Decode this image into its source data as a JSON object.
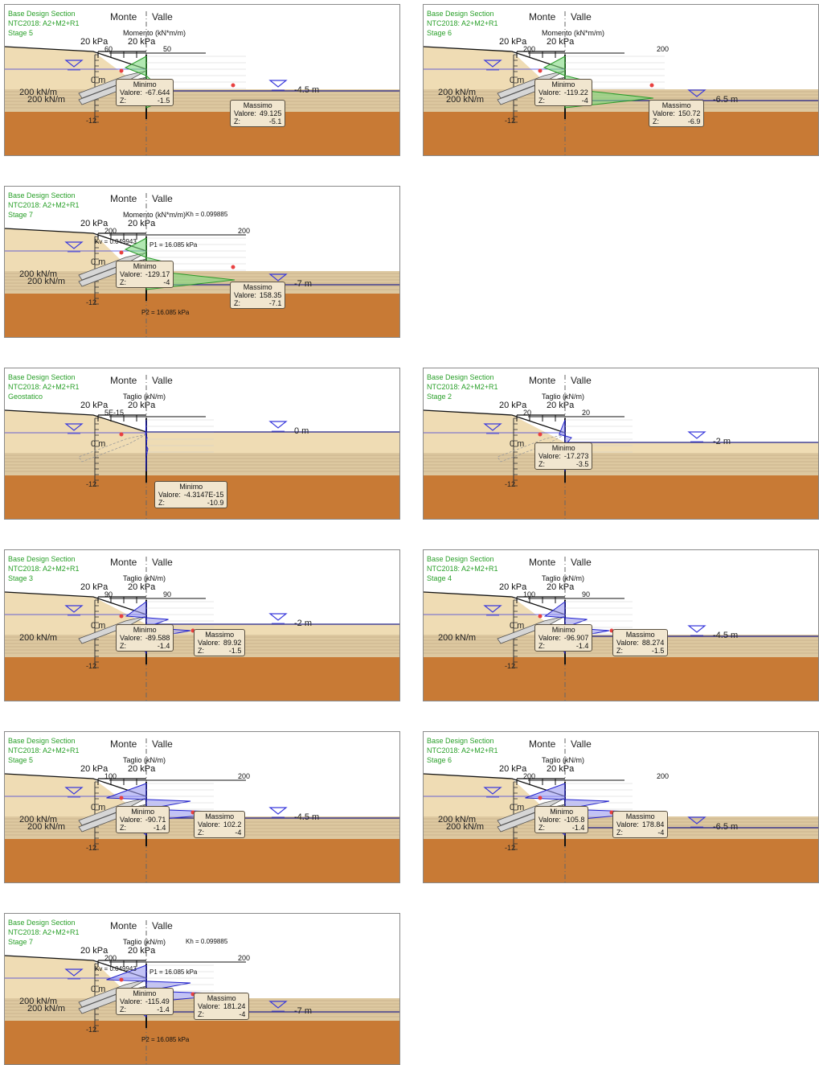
{
  "header_line1": "Base Design Section",
  "header_line2": "NTC2018: A2+M2+R1",
  "monte": "Monte",
  "valle": "Valle",
  "pressure": "20 kPa",
  "zero_level": "0 m",
  "bottom_level": "-12",
  "anchor_label": "200 kN/m",
  "min_label": "Minimo",
  "max_label": "Massimo",
  "value_label": "Valore:",
  "z_label": "Z:",
  "colors": {
    "moment_fill": "#7ed87e",
    "shear_fill": "#9a9af0",
    "sand": "#efdcb4",
    "clay": "#ddc8a0",
    "brown": "#c87a35",
    "water": "#3a3adc"
  },
  "panels": [
    {
      "stage": "Stage 5",
      "title": "Momento (kN*m/m)",
      "kind": "moment",
      "ax_left": "60",
      "ax_right": "50",
      "level": "-4.5 m",
      "anchors": 2,
      "min": {
        "value": "-67.644",
        "z": "-1.5"
      },
      "max": {
        "value": "49.125",
        "z": "-5.1"
      }
    },
    {
      "stage": "Stage 6",
      "title": "Momento (kN*m/m)",
      "kind": "moment",
      "ax_left": "200",
      "ax_right": "200",
      "level": "-6.5 m",
      "anchors": 2,
      "min": {
        "value": "-119.22",
        "z": "-4"
      },
      "max": {
        "value": "150.72",
        "z": "-6.9"
      }
    },
    {
      "stage": "Stage 7",
      "title": "Momento (kN*m/m)",
      "kind": "moment",
      "ax_left": "200",
      "ax_right": "200",
      "level": "-7 m",
      "anchors": 2,
      "min": {
        "value": "-129.17",
        "z": "-4"
      },
      "max": {
        "value": "158.35",
        "z": "-7.1"
      },
      "extra": {
        "kh": "Kh = 0.099885",
        "kv": "Kv = 0.049943",
        "p1": "P1 = 16.085 kPa",
        "p2": "P2 = 16.085 kPa"
      }
    },
    null,
    {
      "stage": "Geostatico",
      "title": "Taglio (kN/m)",
      "kind": "shear",
      "ax_left": "5E-15",
      "ax_right": "",
      "level": "0 m",
      "anchors": 0,
      "min": {
        "value": "-4.3147E-15",
        "z": "-10.9"
      },
      "max": null
    },
    {
      "stage": "Stage 2",
      "title": "Taglio (kN/m)",
      "kind": "shear",
      "ax_left": "20",
      "ax_right": "20",
      "level": "-2 m",
      "anchors": 0,
      "min": {
        "value": "-17.273",
        "z": "-3.5"
      },
      "max": null
    },
    {
      "stage": "Stage 3",
      "title": "Taglio (kN/m)",
      "kind": "shear",
      "ax_left": "90",
      "ax_right": "90",
      "level": "-2 m",
      "anchors": 1,
      "min": {
        "value": "-89.588",
        "z": "-1.4"
      },
      "max": {
        "value": "89.92",
        "z": "-1.5"
      }
    },
    {
      "stage": "Stage 4",
      "title": "Taglio (kN/m)",
      "kind": "shear",
      "ax_left": "100",
      "ax_right": "90",
      "level": "-4.5 m",
      "anchors": 1,
      "min": {
        "value": "-96.907",
        "z": "-1.4"
      },
      "max": {
        "value": "88.274",
        "z": "-1.5"
      }
    },
    {
      "stage": "Stage 5",
      "title": "Taglio (kN/m)",
      "kind": "shear",
      "ax_left": "100",
      "ax_right": "200",
      "level": "-4.5 m",
      "anchors": 2,
      "min": {
        "value": "-90.71",
        "z": "-1.4"
      },
      "max": {
        "value": "102.2",
        "z": "-4"
      }
    },
    {
      "stage": "Stage 6",
      "title": "Taglio (kN/m)",
      "kind": "shear",
      "ax_left": "200",
      "ax_right": "200",
      "level": "-6.5 m",
      "anchors": 2,
      "min": {
        "value": "-105.8",
        "z": "-1.4"
      },
      "max": {
        "value": "178.84",
        "z": "-4"
      }
    },
    {
      "stage": "Stage 7",
      "title": "Taglio (kN/m)",
      "kind": "shear",
      "ax_left": "200",
      "ax_right": "200",
      "level": "-7 m",
      "anchors": 2,
      "min": {
        "value": "-115.49",
        "z": "-1.4"
      },
      "max": {
        "value": "181.24",
        "z": "-4"
      },
      "extra": {
        "kh": "Kh = 0.099885",
        "kv": "Kv = 0.049943",
        "p1": "P1 = 16.085 kPa",
        "p2": "P2 = 16.085 kPa"
      }
    }
  ]
}
